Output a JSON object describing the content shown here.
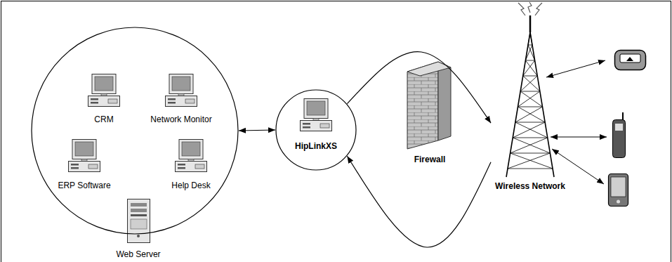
{
  "diagram": {
    "nodes": [
      {
        "text": []
      },
      {
        "text": [
          "CRM"
        ],
        "in": 0
      },
      {
        "text": [
          "Network Monitor"
        ],
        "in": 0
      },
      {
        "text": [
          "ERP Software"
        ],
        "in": 0
      },
      {
        "text": [
          "Help Desk"
        ],
        "in": 0
      },
      {
        "text": [
          "Web Server"
        ],
        "in": 0
      },
      {
        "text": [
          "HipLinkXS"
        ]
      },
      {
        "text": [
          "Firewall"
        ]
      },
      {
        "text": [
          "Wireless Network"
        ]
      }
    ],
    "edges": [
      {
        "from": 0,
        "to": 6,
        "arrow": "both"
      },
      {
        "from": 6,
        "to": 8,
        "arrow": "to"
      },
      {
        "from": 8,
        "to": 6,
        "arrow": "to"
      }
    ]
  }
}
